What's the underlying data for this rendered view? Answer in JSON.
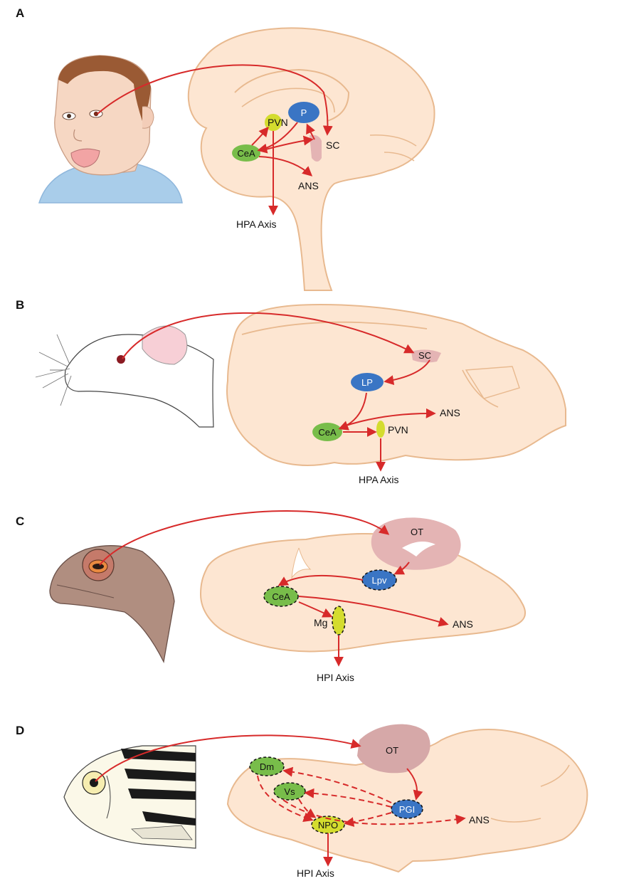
{
  "panels": [
    {
      "id": "A",
      "label": "A",
      "regions": {
        "p": "P",
        "pvn": "PVN",
        "sc": "SC",
        "cea": "CeA",
        "ans": "ANS",
        "axis": "HPA Axis"
      }
    },
    {
      "id": "B",
      "label": "B",
      "regions": {
        "sc": "SC",
        "lp": "LP",
        "cea": "CeA",
        "pvn": "PVN",
        "ans": "ANS",
        "axis": "HPA Axis"
      }
    },
    {
      "id": "C",
      "label": "C",
      "regions": {
        "ot": "OT",
        "lpv": "Lpv",
        "cea": "CeA",
        "mg": "Mg",
        "ans": "ANS",
        "axis": "HPI Axis"
      }
    },
    {
      "id": "D",
      "label": "D",
      "regions": {
        "ot": "OT",
        "dm": "Dm",
        "vs": "Vs",
        "pgi": "PGI",
        "npo": "NPO",
        "ans": "ANS",
        "axis": "HPI Axis"
      }
    }
  ],
  "colors": {
    "arrow": "#d72a2a",
    "brain_fill": "#fde6d2",
    "brain_outline": "#e8b98f",
    "amygdala_green": "#78bd4a",
    "thalamus_blue": "#3a75c4",
    "hypothalamus_yellow": "#d4dc2e",
    "tectum_pink": "#e4b4b4"
  }
}
